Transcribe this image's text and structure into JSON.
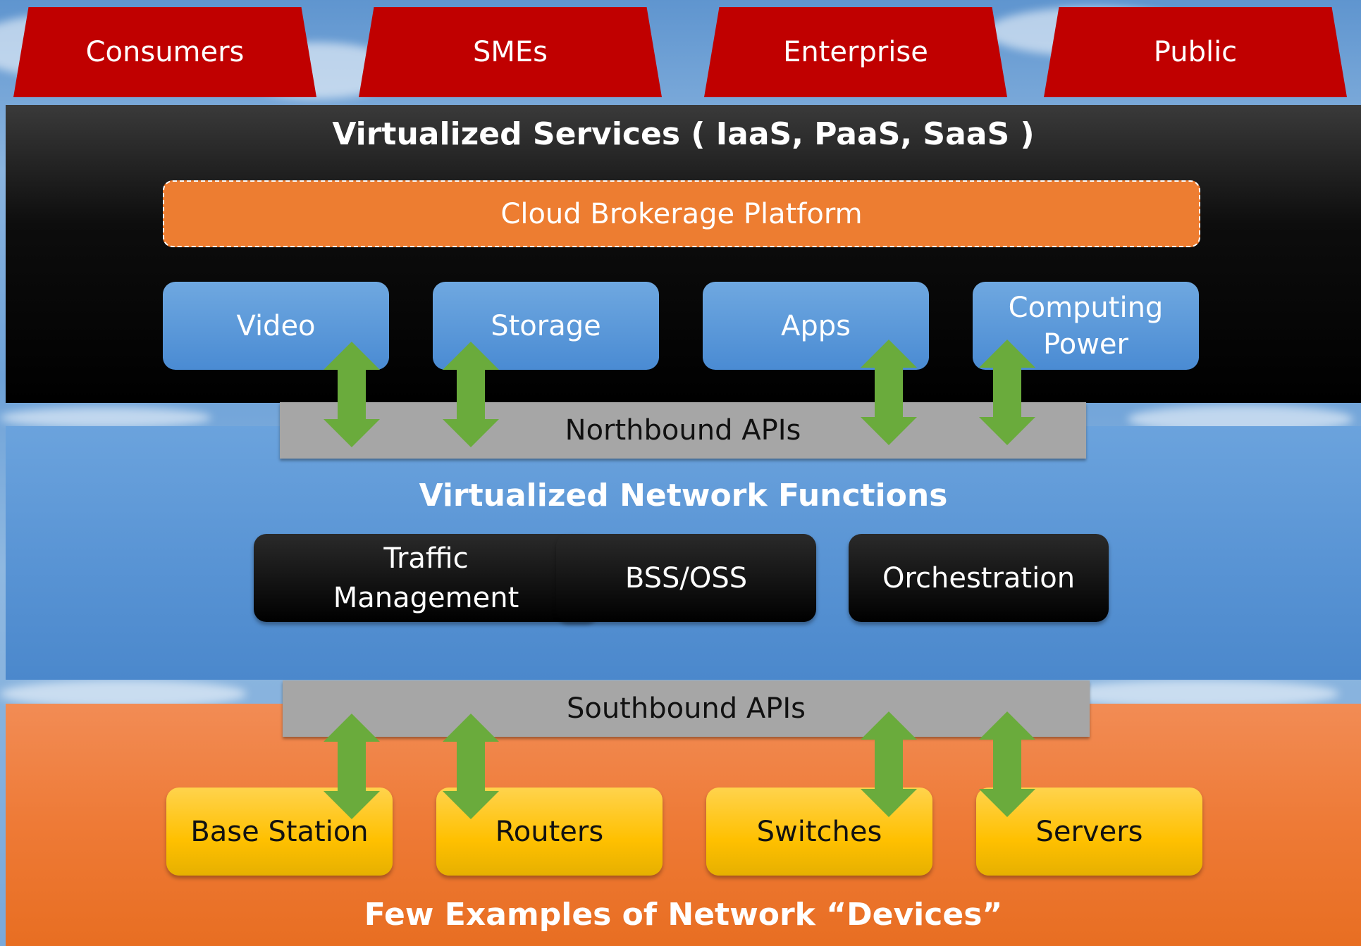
{
  "customers": [
    "Consumers",
    "SMEs",
    "Enterprise",
    "Public"
  ],
  "services_layer": {
    "title": "Virtualized Services ( IaaS, PaaS, SaaS )",
    "broker": "Cloud Brokerage Platform",
    "services": [
      "Video",
      "Storage",
      "Apps",
      "Computing Power"
    ]
  },
  "northbound": "Northbound APIs",
  "nfv_layer": {
    "title": "Virtualized Network Functions",
    "functions": [
      "Traffic Management",
      "BSS/OSS",
      "Orchestration"
    ]
  },
  "southbound": "Southbound APIs",
  "devices_layer": {
    "devices": [
      "Base Station",
      "Routers",
      "Switches",
      "Servers"
    ],
    "title": "Few Examples of Network “Devices”"
  },
  "colors": {
    "customer": "#c00000",
    "broker": "#ed7d31",
    "service": "#5b9bd5",
    "api": "#a6a6a6",
    "device": "#ffc000",
    "arrow": "#6aab3c"
  }
}
